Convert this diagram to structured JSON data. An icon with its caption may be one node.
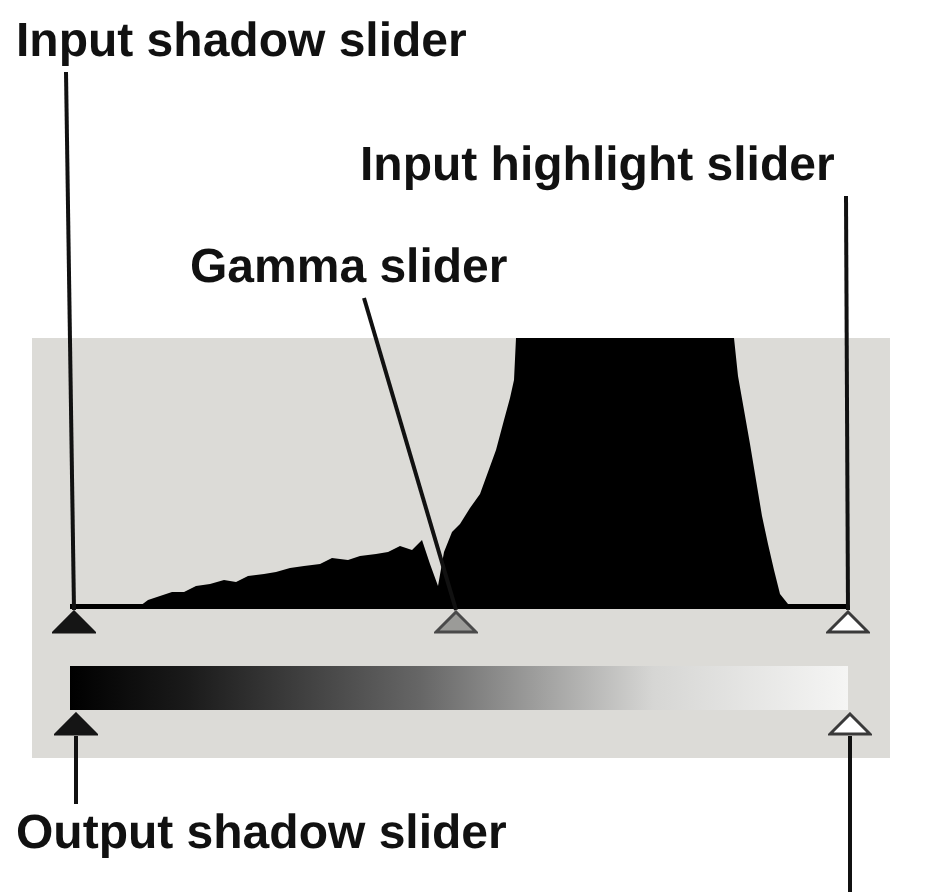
{
  "diagram": {
    "nodes": [
      {
        "text": [
          "Input shadow slider"
        ]
      },
      {
        "text": [
          "Input highlight slider"
        ]
      },
      {
        "text": [
          "Gamma slider"
        ]
      },
      {
        "text": [],
        "shape": "triangle"
      },
      {
        "text": [],
        "shape": "triangle"
      },
      {
        "text": [],
        "shape": "triangle"
      },
      {
        "text": [],
        "shape": "triangle"
      },
      {
        "text": [],
        "shape": "triangle"
      },
      {
        "text": [
          "Output shadow slider"
        ]
      }
    ],
    "edges": [
      {
        "from": 0,
        "to": 3,
        "arrow": "none"
      },
      {
        "from": 1,
        "to": 5,
        "arrow": "none"
      },
      {
        "from": 2,
        "to": 4,
        "arrow": "none"
      },
      {
        "from": 8,
        "to": 6,
        "arrow": "none"
      },
      {
        "from": null,
        "to": 7,
        "arrow": "none"
      }
    ]
  }
}
